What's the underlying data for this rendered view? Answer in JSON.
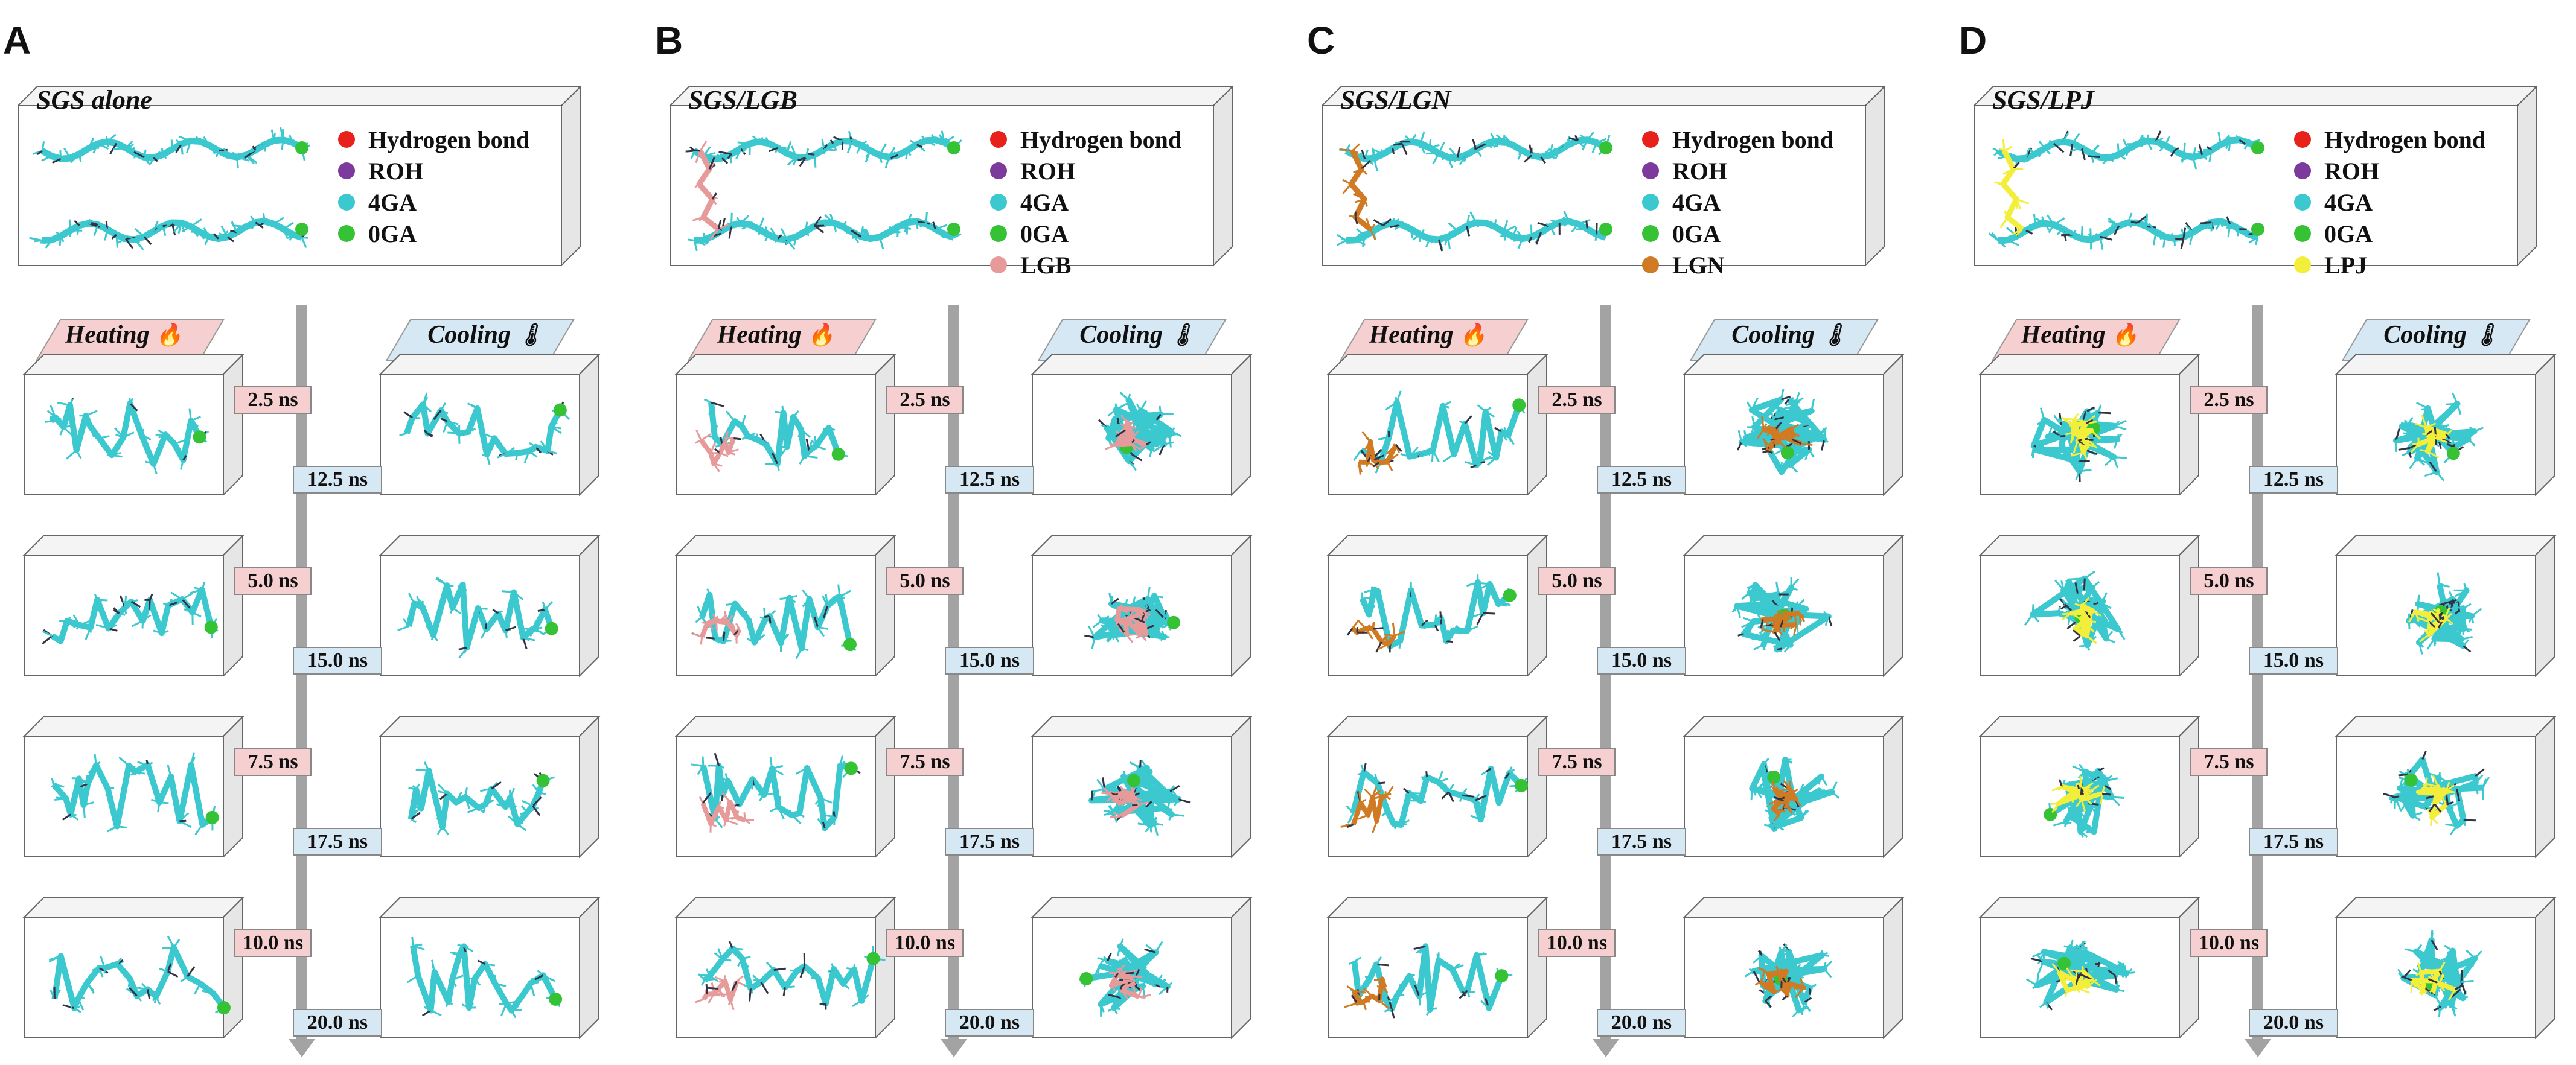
{
  "colors": {
    "hydrogen_bond": "#e8211b",
    "roh": "#7b3a9c",
    "ga4": "#3cc8cf",
    "ga0": "#35c235",
    "lgb": "#e79a9a",
    "lgn": "#d17a24",
    "lpj": "#f2ee3a",
    "heating_bg": "#f6d0d0",
    "cooling_bg": "#d6e8f4",
    "timeline": "#a3a3a3"
  },
  "phase_labels": {
    "heating": "Heating",
    "cooling": "Cooling"
  },
  "panels": [
    {
      "letter": "A",
      "title": "SGS alone",
      "ligand_color": "",
      "legend": [
        {
          "label": "Hydrogen bond",
          "color": "#e8211b"
        },
        {
          "label": "ROH",
          "color": "#7b3a9c"
        },
        {
          "label": "4GA",
          "color": "#3cc8cf"
        },
        {
          "label": "0GA",
          "color": "#35c235"
        }
      ],
      "heating_times": [
        "2.5 ns",
        "5.0 ns",
        "7.5 ns",
        "10.0 ns"
      ],
      "cooling_times": [
        "12.5 ns",
        "15.0 ns",
        "17.5 ns",
        "20.0 ns"
      ]
    },
    {
      "letter": "B",
      "title": "SGS/LGB",
      "ligand_color": "#e79a9a",
      "legend": [
        {
          "label": "Hydrogen bond",
          "color": "#e8211b"
        },
        {
          "label": "ROH",
          "color": "#7b3a9c"
        },
        {
          "label": "4GA",
          "color": "#3cc8cf"
        },
        {
          "label": "0GA",
          "color": "#35c235"
        },
        {
          "label": "LGB",
          "color": "#e79a9a"
        }
      ],
      "heating_times": [
        "2.5 ns",
        "5.0 ns",
        "7.5 ns",
        "10.0 ns"
      ],
      "cooling_times": [
        "12.5 ns",
        "15.0 ns",
        "17.5 ns",
        "20.0 ns"
      ]
    },
    {
      "letter": "C",
      "title": "SGS/LGN",
      "ligand_color": "#d17a24",
      "legend": [
        {
          "label": "Hydrogen bond",
          "color": "#e8211b"
        },
        {
          "label": "ROH",
          "color": "#7b3a9c"
        },
        {
          "label": "4GA",
          "color": "#3cc8cf"
        },
        {
          "label": "0GA",
          "color": "#35c235"
        },
        {
          "label": "LGN",
          "color": "#d17a24"
        }
      ],
      "heating_times": [
        "2.5 ns",
        "5.0 ns",
        "7.5 ns",
        "10.0 ns"
      ],
      "cooling_times": [
        "12.5 ns",
        "15.0 ns",
        "17.5 ns",
        "20.0 ns"
      ]
    },
    {
      "letter": "D",
      "title": "SGS/LPJ",
      "ligand_color": "#f2ee3a",
      "legend": [
        {
          "label": "Hydrogen bond",
          "color": "#e8211b"
        },
        {
          "label": "ROH",
          "color": "#7b3a9c"
        },
        {
          "label": "4GA",
          "color": "#3cc8cf"
        },
        {
          "label": "0GA",
          "color": "#35c235"
        },
        {
          "label": "LPJ",
          "color": "#f2ee3a"
        }
      ],
      "heating_times": [
        "2.5 ns",
        "5.0 ns",
        "7.5 ns",
        "10.0 ns"
      ],
      "cooling_times": [
        "12.5 ns",
        "15.0 ns",
        "17.5 ns",
        "20.0 ns"
      ]
    }
  ]
}
